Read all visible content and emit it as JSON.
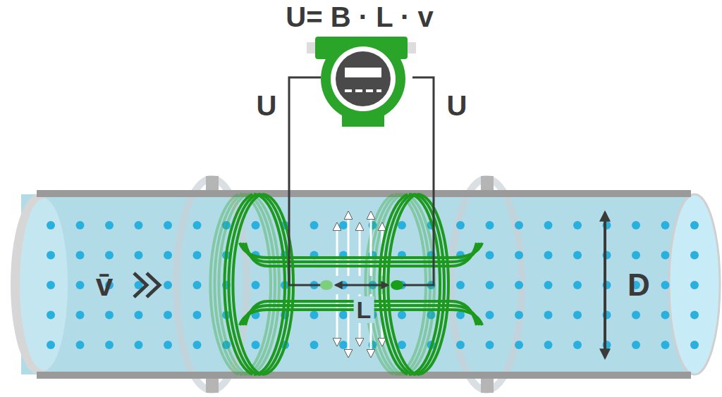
{
  "diagram": {
    "title": "U= B · L · v",
    "labels": [
      "U",
      "U",
      "v̄",
      "D",
      "L"
    ]
  }
}
